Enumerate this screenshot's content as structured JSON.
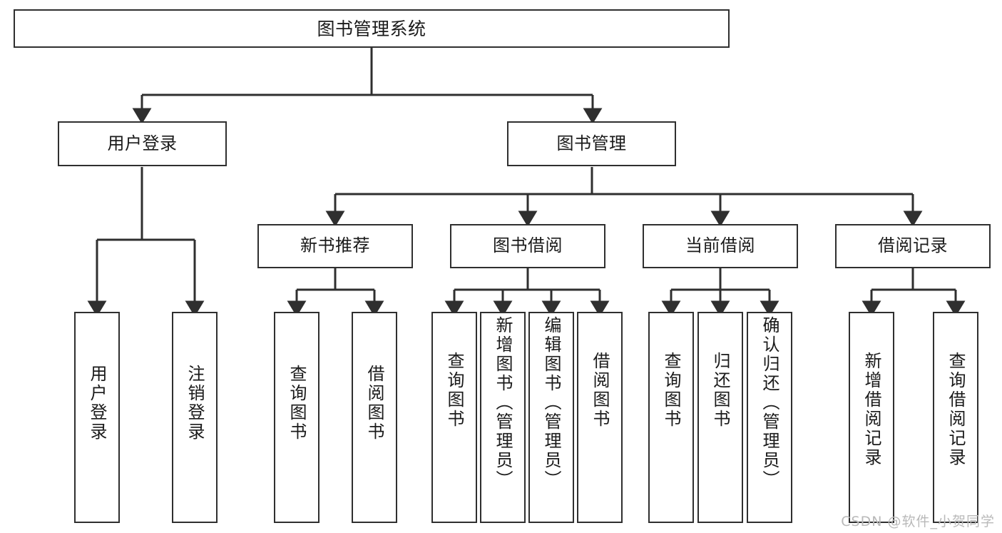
{
  "diagram": {
    "title": "图书管理系统",
    "type": "tree",
    "watermark": "CSDN @软件_小贺同学",
    "colors": {
      "stroke": "#2f2f2f",
      "fill": "#ffffff",
      "text": "#1a1a1a",
      "watermark": "#b9b9b9"
    },
    "nodes": {
      "root": {
        "label": "图书管理系统"
      },
      "level2": [
        {
          "id": "user-login",
          "label": "用户登录"
        },
        {
          "id": "book-manage",
          "label": "图书管理"
        }
      ],
      "level3": [
        {
          "id": "new-book-recommend",
          "label": "新书推荐"
        },
        {
          "id": "book-borrow",
          "label": "图书借阅"
        },
        {
          "id": "current-borrow",
          "label": "当前借阅"
        },
        {
          "id": "borrow-record",
          "label": "借阅记录"
        }
      ],
      "leaves": {
        "user-login": [
          {
            "id": "leaf-user-login",
            "label": "用户登录"
          },
          {
            "id": "leaf-logout-login",
            "label": "注销登录"
          }
        ],
        "new-book-recommend": [
          {
            "id": "leaf-query-book-1",
            "label": "查询图书"
          },
          {
            "id": "leaf-borrow-book-1",
            "label": "借阅图书"
          }
        ],
        "book-borrow": [
          {
            "id": "leaf-query-book-2",
            "label": "查询图书"
          },
          {
            "id": "leaf-add-book",
            "label": "新增图书（管理员）"
          },
          {
            "id": "leaf-edit-book",
            "label": "编辑图书（管理员）"
          },
          {
            "id": "leaf-borrow-book-2",
            "label": "借阅图书"
          }
        ],
        "current-borrow": [
          {
            "id": "leaf-query-book-3",
            "label": "查询图书"
          },
          {
            "id": "leaf-return-book",
            "label": "归还图书"
          },
          {
            "id": "leaf-confirm-return",
            "label": "确认归还（管理员）"
          }
        ],
        "borrow-record": [
          {
            "id": "leaf-add-record",
            "label": "新增借阅记录"
          },
          {
            "id": "leaf-query-record",
            "label": "查询借阅记录"
          }
        ]
      }
    }
  }
}
